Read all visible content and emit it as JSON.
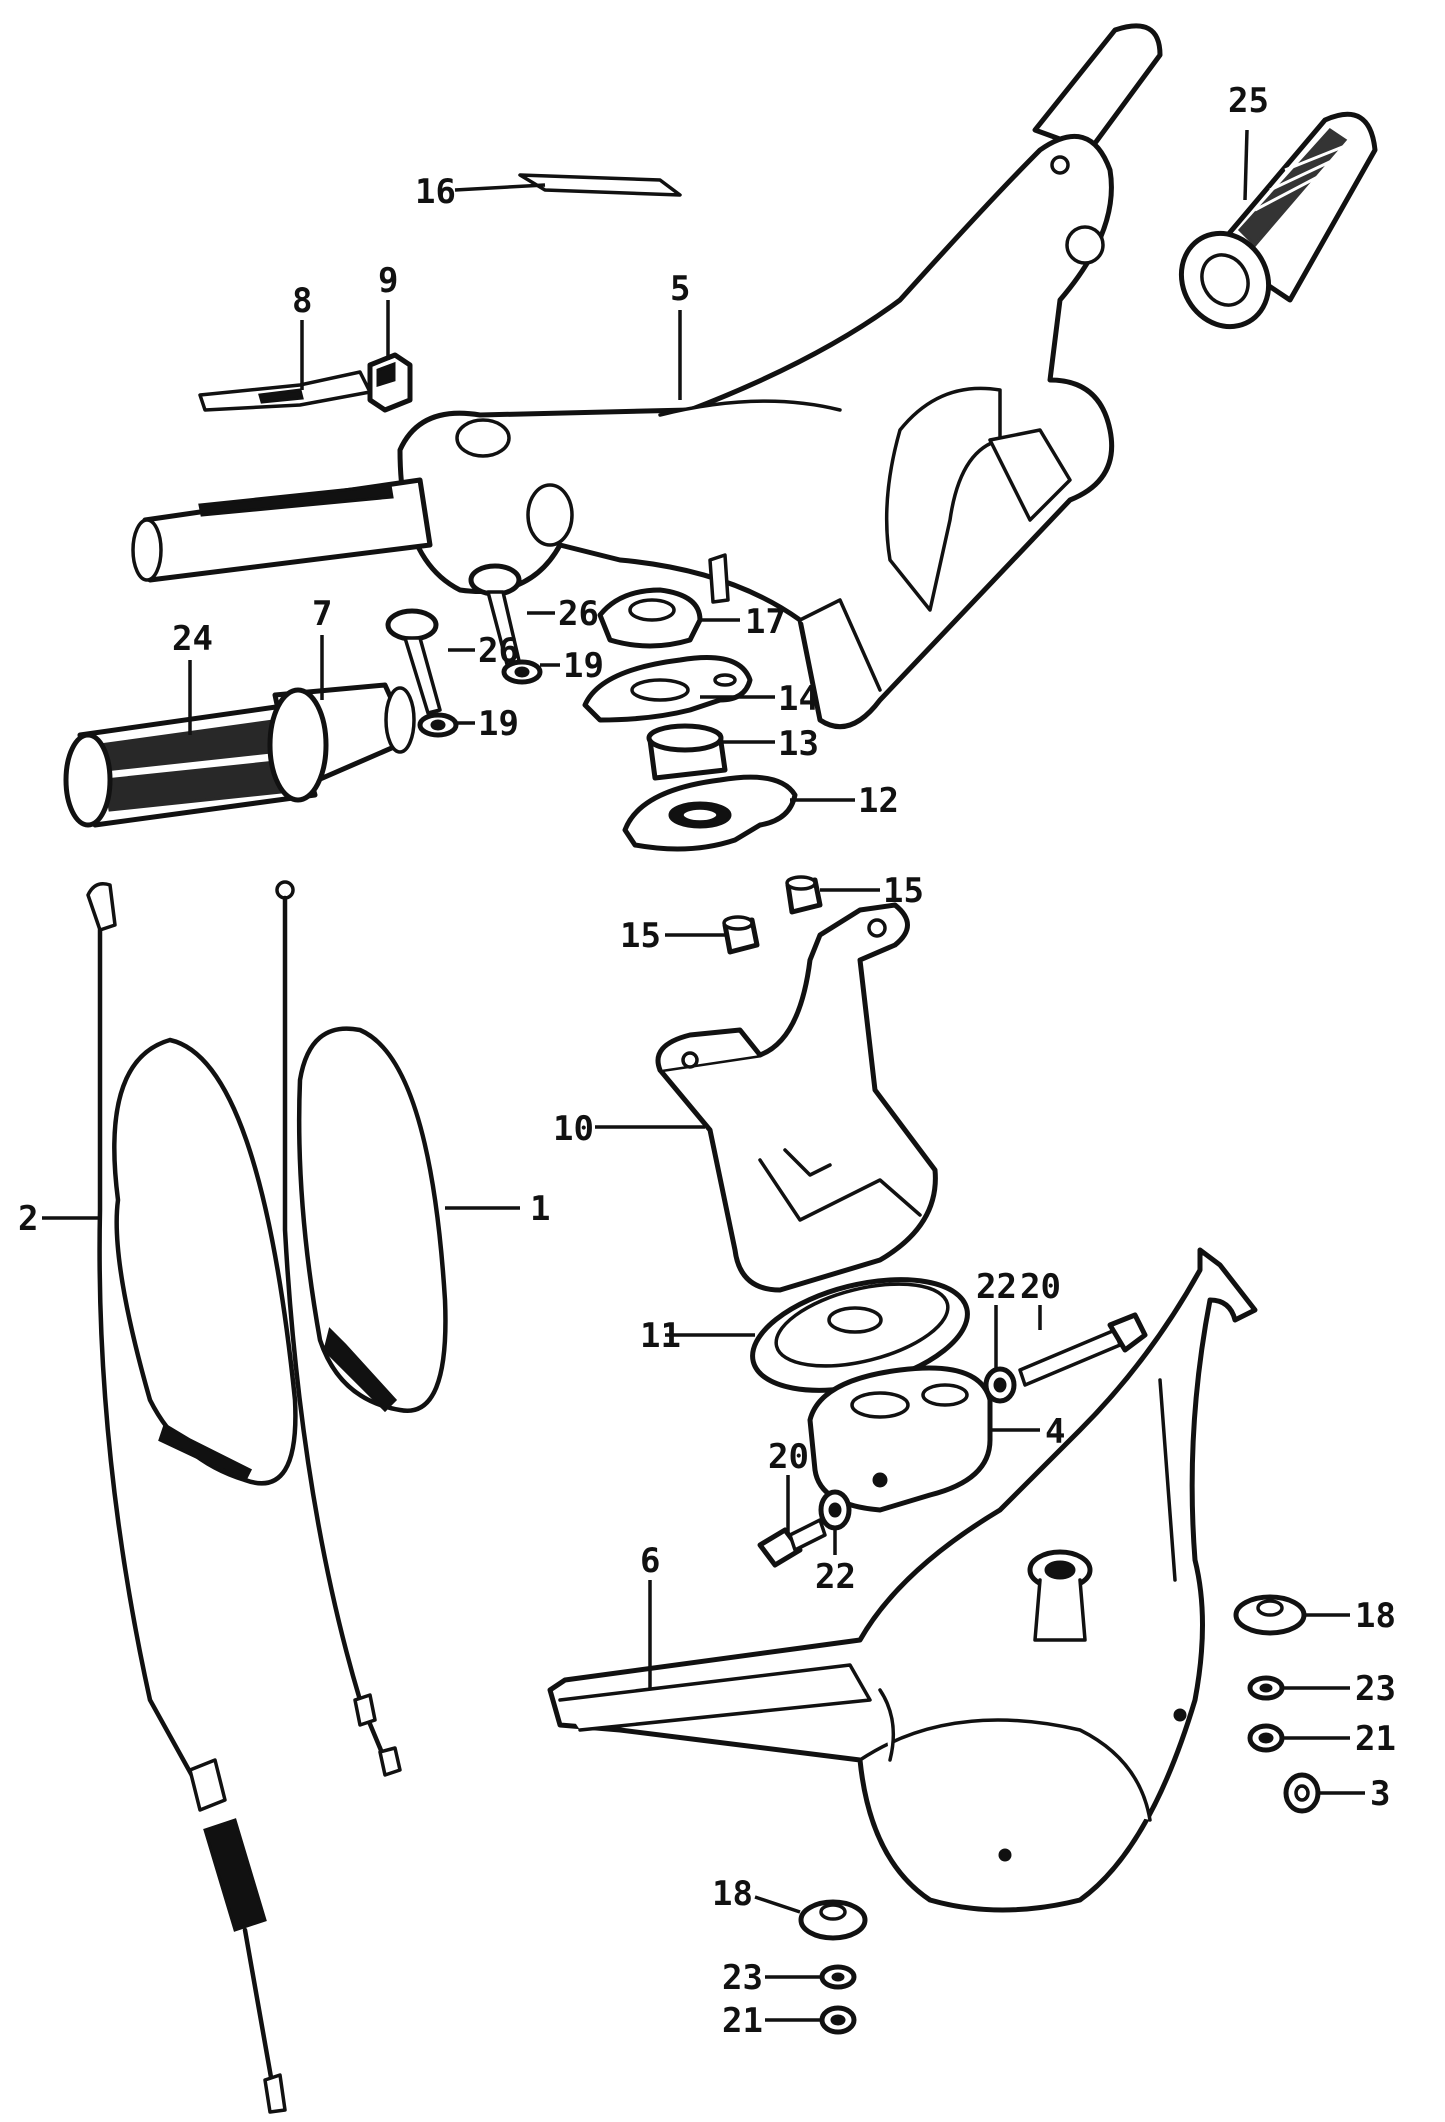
{
  "callouts": {
    "c1": "1",
    "c2": "2",
    "c3": "3",
    "c4": "4",
    "c5": "5",
    "c6": "6",
    "c7": "7",
    "c8": "8",
    "c9": "9",
    "c10": "10",
    "c11": "11",
    "c12": "12",
    "c13": "13",
    "c14": "14",
    "c15a": "15",
    "c15b": "15",
    "c16": "16",
    "c17": "17",
    "c18a": "18",
    "c18b": "18",
    "c19a": "19",
    "c19b": "19",
    "c20a": "20",
    "c20b": "20",
    "c21a": "21",
    "c21b": "21",
    "c22a": "22",
    "c22b": "22",
    "c23a": "23",
    "c23b": "23",
    "c24": "24",
    "c25": "25",
    "c26a": "26",
    "c26b": "26"
  },
  "colors": {
    "ink": "#111111",
    "paper": "#ffffff"
  }
}
